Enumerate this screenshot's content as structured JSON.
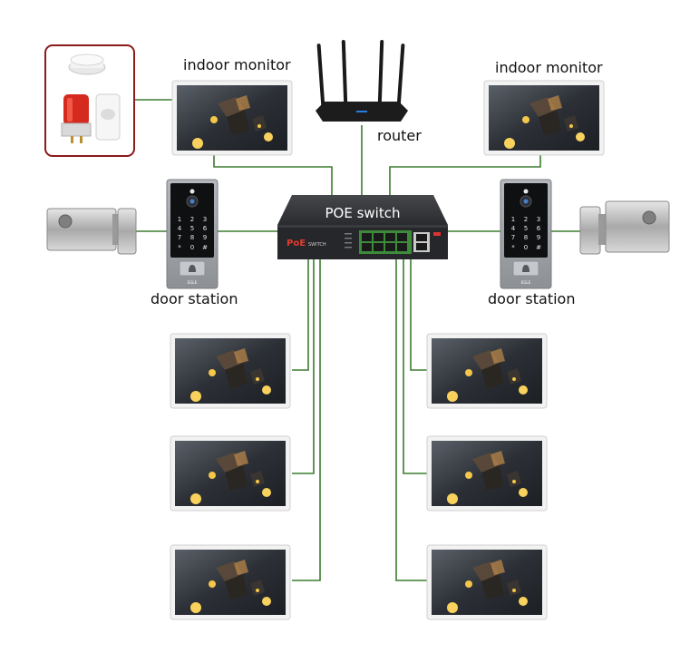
{
  "labels": {
    "indoor_monitor_left": "indoor monitor",
    "indoor_monitor_right": "indoor monitor",
    "router": "router",
    "switch": "POE switch",
    "door_station_left": "door station",
    "door_station_right": "door station",
    "switch_brand": "PoE",
    "switch_brand_sub": "SWITCH",
    "door_panel_brand": "EGLE"
  },
  "colors": {
    "wire": "#3b7d2f",
    "alarm_border": "#8b1a1a",
    "switch_body": "#2f3033",
    "switch_label": "#ffffff",
    "screen": "#3a4048"
  },
  "icons": {
    "alarm_kit": [
      "smoke-detector-icon",
      "strobe-siren-icon",
      "motion-sensor-icon"
    ],
    "door_station": [
      "camera-icon",
      "keypad-icon",
      "bell-icon"
    ]
  }
}
